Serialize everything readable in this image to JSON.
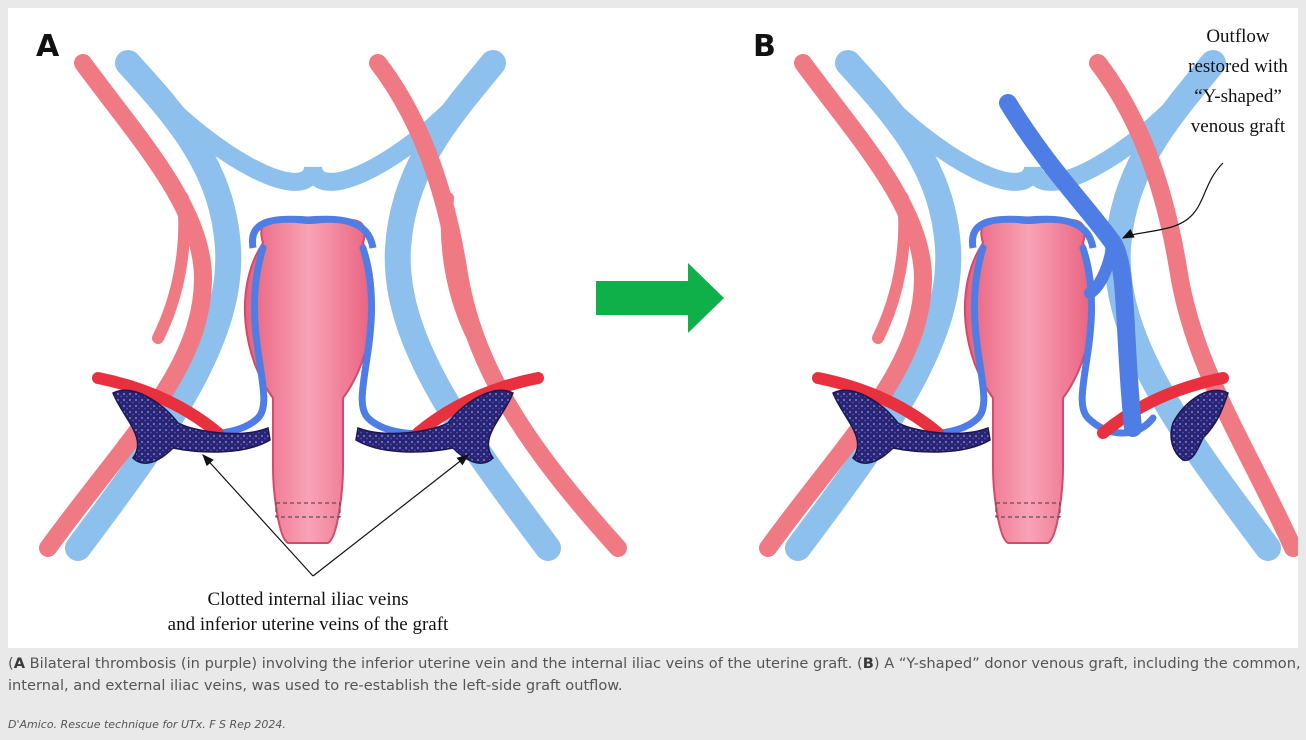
{
  "panels": [
    {
      "letter": "A"
    },
    {
      "letter": "B"
    }
  ],
  "annotations": {
    "panel_a_lines": [
      "Clotted internal iliac veins",
      "and inferior uterine veins of the graft"
    ],
    "panel_b_lines": [
      "Outflow",
      "restored with",
      "“Y-shaped”",
      "venous graft"
    ]
  },
  "caption": {
    "a_label": "A",
    "a_text": " Bilateral thrombosis (in purple) involving the inferior uterine vein and the internal iliac veins of the uterine graft. (",
    "b_label": "B",
    "b_text": " A “Y-shaped” donor venous graft, including the common, internal, and external iliac veins, was used to re-establish the left-side graft outflow."
  },
  "credit": "D'Amico. Rescue technique for UTx. F S Rep 2024.",
  "colors": {
    "artery": "#f07a84",
    "vein": "#8ec0ee",
    "uterus": "#f3839c",
    "graft_vein": "#4f7de6",
    "clot": "#2f2a7a",
    "arrow": "#0fb04a"
  }
}
